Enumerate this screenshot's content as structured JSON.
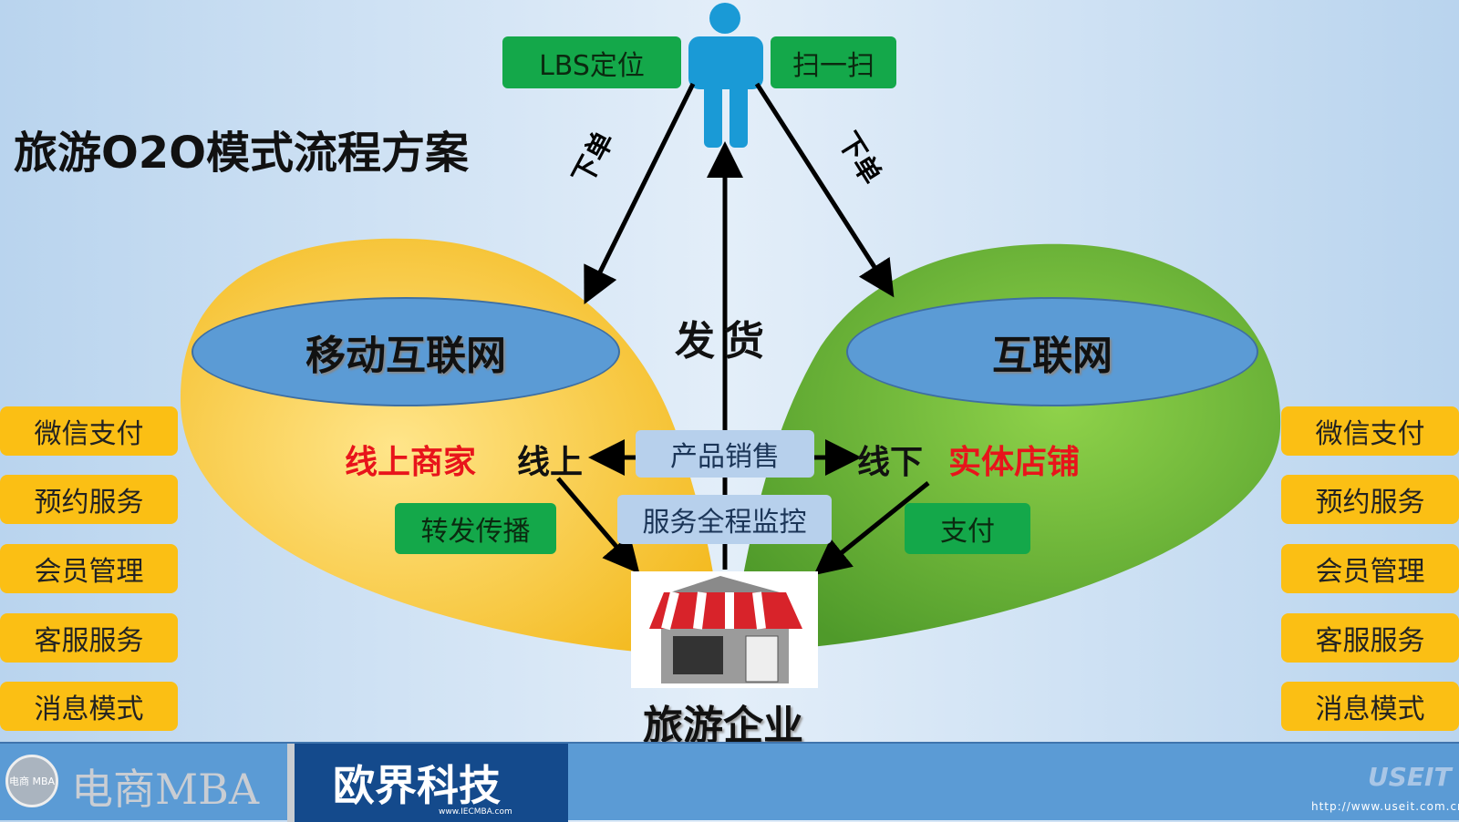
{
  "title": "旅游O2O模式流程方案",
  "top": {
    "lbs": "LBS定位",
    "scan": "扫一扫",
    "order_left": "下单",
    "order_right": "下单",
    "ship": "发货"
  },
  "left": {
    "ellipse": "移动互联网",
    "merchant": "线上商家",
    "online": "线上",
    "spread": "转发传播"
  },
  "right": {
    "ellipse": "互联网",
    "offline": "线下",
    "store": "实体店铺",
    "pay": "支付"
  },
  "center": {
    "sales": "产品销售",
    "monitor": "服务全程监控",
    "enterprise": "旅游企业"
  },
  "side_items": [
    "微信支付",
    "预约服务",
    "会员管理",
    "客服服务",
    "消息模式"
  ],
  "footer": {
    "logo_text": "电商MBA",
    "logo_badge": "电商 MBA",
    "brand": "欧界科技",
    "brand_url": "www.IECMBA.com",
    "watermark": "USEIT",
    "watermark_url": "http://www.useit.com.cn"
  }
}
